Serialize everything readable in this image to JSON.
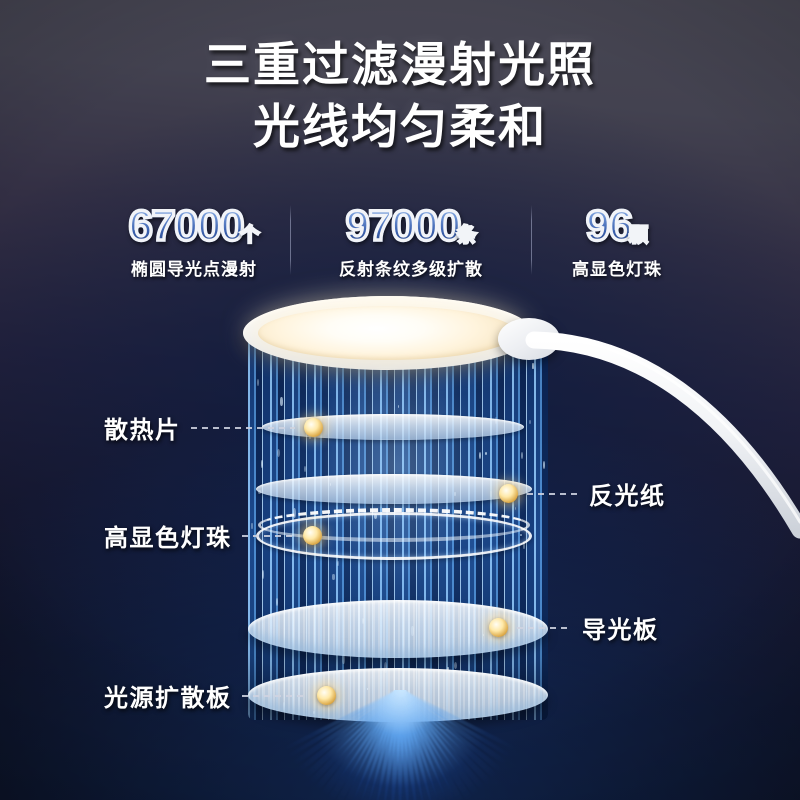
{
  "headline": {
    "line1": "三重过滤漫射光照",
    "line2": "光线均匀柔和"
  },
  "stats": [
    {
      "number": "67000",
      "unit": "个",
      "label": "椭圆导光点漫射"
    },
    {
      "number": "97000",
      "unit": "条",
      "label": "反射条纹多级扩散"
    },
    {
      "number": "96",
      "unit": "颗",
      "label": "高显色灯珠"
    }
  ],
  "callouts": {
    "left": [
      {
        "label": "散热片"
      },
      {
        "label": "高显色灯珠"
      },
      {
        "label": "光源扩散板"
      }
    ],
    "right": [
      {
        "label": "反光纸"
      },
      {
        "label": "导光板"
      }
    ]
  },
  "product": {
    "name": "desk-lamp-exploded-view",
    "head": "lamp-head-panel",
    "arm": "lamp-arm"
  },
  "colors": {
    "accent_blue": "#3b61ae",
    "accent_blue_light": "#9fc0ea",
    "text_white": "#ffffff",
    "marker_gold": "#d9a33f",
    "background_top": "#474652",
    "background_bottom": "#0a0b16",
    "beam_blue": "#1b4b8d"
  }
}
